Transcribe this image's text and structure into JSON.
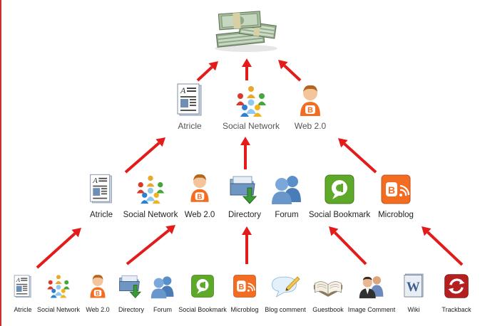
{
  "colors": {
    "arrow": "#e31b1b",
    "frame": "#c9302c"
  },
  "top": {
    "icon": "money-stack-icon"
  },
  "level2": [
    {
      "label": "Atricle",
      "icon": "article-icon"
    },
    {
      "label": "Social Network",
      "icon": "social-network-icon"
    },
    {
      "label": "Web 2.0",
      "icon": "blogger-user-icon"
    }
  ],
  "level3": [
    {
      "label": "Atricle",
      "icon": "article-icon"
    },
    {
      "label": "Social Network",
      "icon": "social-network-icon"
    },
    {
      "label": "Web 2.0",
      "icon": "blogger-user-icon"
    },
    {
      "label": "Directory",
      "icon": "directory-icon"
    },
    {
      "label": "Forum",
      "icon": "forum-icon"
    },
    {
      "label": "Social Bookmark",
      "icon": "social-bookmark-icon"
    },
    {
      "label": "Microblog",
      "icon": "microblog-icon"
    }
  ],
  "level4": [
    {
      "label": "Atricle",
      "icon": "article-icon"
    },
    {
      "label": "Social Network",
      "icon": "social-network-icon"
    },
    {
      "label": "Web 2.0",
      "icon": "blogger-user-icon"
    },
    {
      "label": "Directory",
      "icon": "directory-icon"
    },
    {
      "label": "Forum",
      "icon": "forum-icon"
    },
    {
      "label": "Social Bookmark",
      "icon": "social-bookmark-icon"
    },
    {
      "label": "Microblog",
      "icon": "microblog-icon"
    },
    {
      "label": "Blog comment",
      "icon": "blog-comment-icon"
    },
    {
      "label": "Guestbook",
      "icon": "guestbook-icon"
    },
    {
      "label": "Image Comment",
      "icon": "image-comment-icon"
    },
    {
      "label": "Wiki",
      "icon": "wiki-icon"
    },
    {
      "label": "Trackback",
      "icon": "trackback-icon"
    }
  ]
}
